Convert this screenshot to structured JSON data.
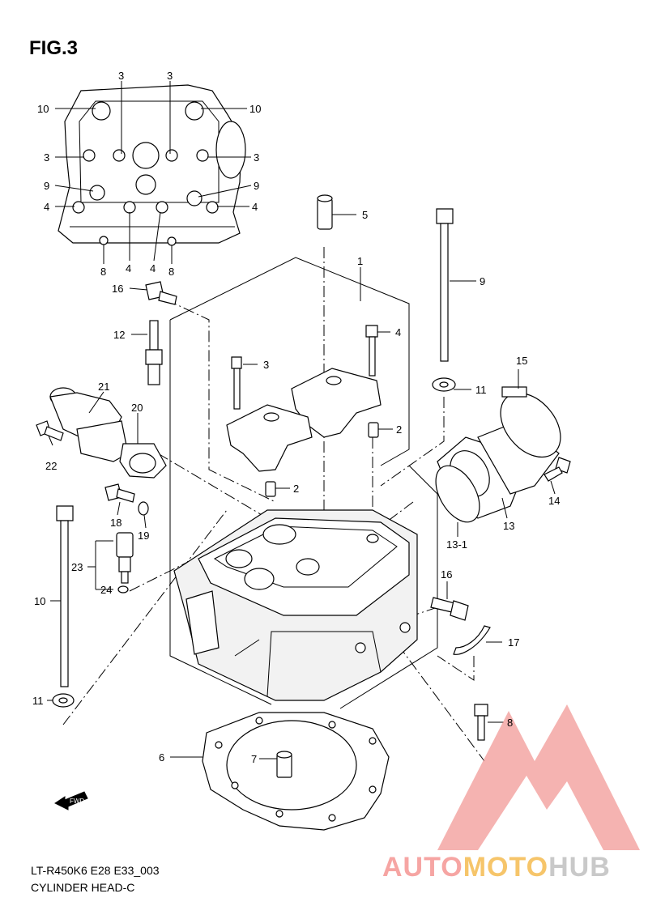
{
  "figure": {
    "title": "FIG.3"
  },
  "footer": {
    "model_code": "LT-R450K6 E28 E33_003",
    "name": "CYLINDER HEAD-C"
  },
  "watermark": {
    "brand_parts": [
      "AUTO",
      "MOTO",
      "HUB"
    ],
    "colors": [
      "#f6a5a3",
      "#f6c56a",
      "#c9c9c9"
    ]
  },
  "callouts": {
    "c3a": "3",
    "c3b": "3",
    "c10l": "10",
    "c10r": "10",
    "c3l": "3",
    "c3r": "3",
    "c9l": "9",
    "c9r": "9",
    "c4l": "4",
    "c4r": "4",
    "c8a": "8",
    "c4a": "4",
    "c4b": "4",
    "c8b": "8",
    "c5": "5",
    "c1": "1",
    "c9": "9",
    "c16": "16",
    "c12": "12",
    "c4m": "4",
    "c3m": "3",
    "c21": "21",
    "c20": "20",
    "c15": "15",
    "c11r": "11",
    "c2a": "2",
    "c2b": "2",
    "c22": "22",
    "c14": "14",
    "c18": "18",
    "c19": "19",
    "c13": "13",
    "c131": "13-1",
    "c23": "23",
    "c24": "24",
    "c10": "10",
    "c16b": "16",
    "c17": "17",
    "c11": "11",
    "c8": "8",
    "c6": "6",
    "c7": "7"
  },
  "fwd_label": "FWD"
}
